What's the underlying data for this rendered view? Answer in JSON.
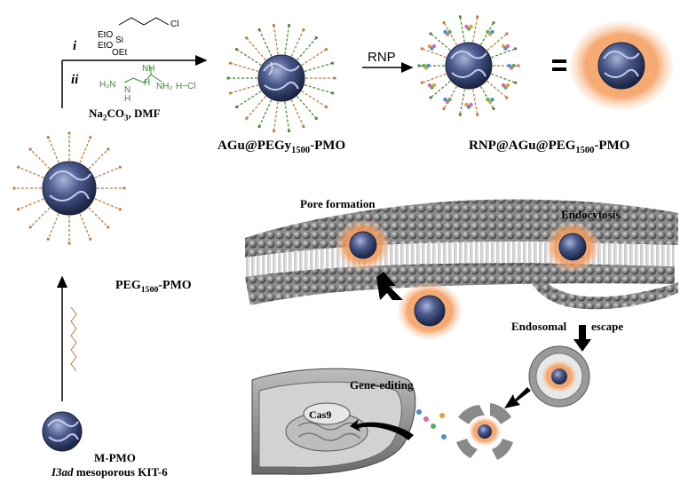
{
  "figure": {
    "reagents": {
      "step_i": "i",
      "step_ii": "ii",
      "silane": {
        "et1": "EtO",
        "et2": "EtO",
        "si": "Si",
        "et3": "OEt",
        "cl": "Cl"
      },
      "guanidine": {
        "nh": "NH",
        "h2n": "H₂N",
        "n": "N",
        "h": "H",
        "nh2": "NH₂",
        "hcl": "H−Cl",
        "h2": "H"
      },
      "conditions_prefix": "Na",
      "conditions_mid": "CO",
      "conditions_suffix": ", DMF",
      "sub2": "2",
      "sub3": "3"
    },
    "rnp_arrow_label": "RNP",
    "equals_sign": "=",
    "labels": {
      "agu_prefix": "AGu@PEGy",
      "agu_sub": "1500",
      "agu_suffix": "-PMO",
      "rnp_prefix": "RNP@AGu@PEG",
      "rnp_sub": "1500",
      "rnp_suffix": "-PMO",
      "peg_prefix": "PEG",
      "peg_sub": "1500",
      "peg_suffix": "-PMO",
      "mpmo": "M-PMO",
      "kit_italic": "I3ad",
      "kit_rest": " mesoporous KIT-6"
    },
    "process_labels": {
      "pore_formation": "Pore formation",
      "endocytosis": "Endocytosis",
      "endosomal": "Endosomal",
      "escape": "escape",
      "gene_editing": "Gene-editing",
      "cas9": "Cas9"
    },
    "colors": {
      "pmo_core": "#3c4a7a",
      "peg_chain": "#c87a3c",
      "guanidine_chain": "#4a8a3a",
      "rnp_halo": "#f0a060",
      "membrane": "#8a8a8a"
    }
  }
}
